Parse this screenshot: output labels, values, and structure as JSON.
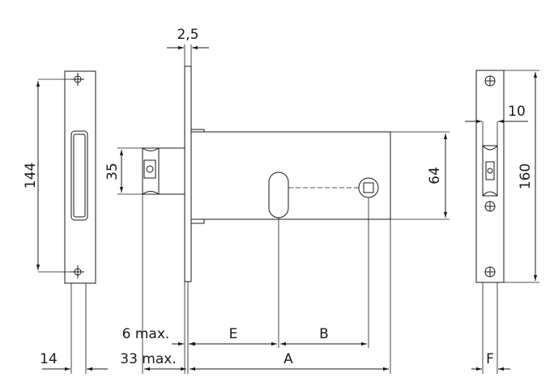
{
  "dimensions": {
    "width_14": "14",
    "height_144": "144",
    "depth_35": "35",
    "front_2_5": "2,5",
    "height_64": "64",
    "width_10": "10",
    "height_160": "160",
    "backset_6_max": "6 max.",
    "backset_33_max": "33 max.",
    "dim_e": "E",
    "dim_b": "B",
    "dim_a": "A",
    "dim_f": "F"
  }
}
